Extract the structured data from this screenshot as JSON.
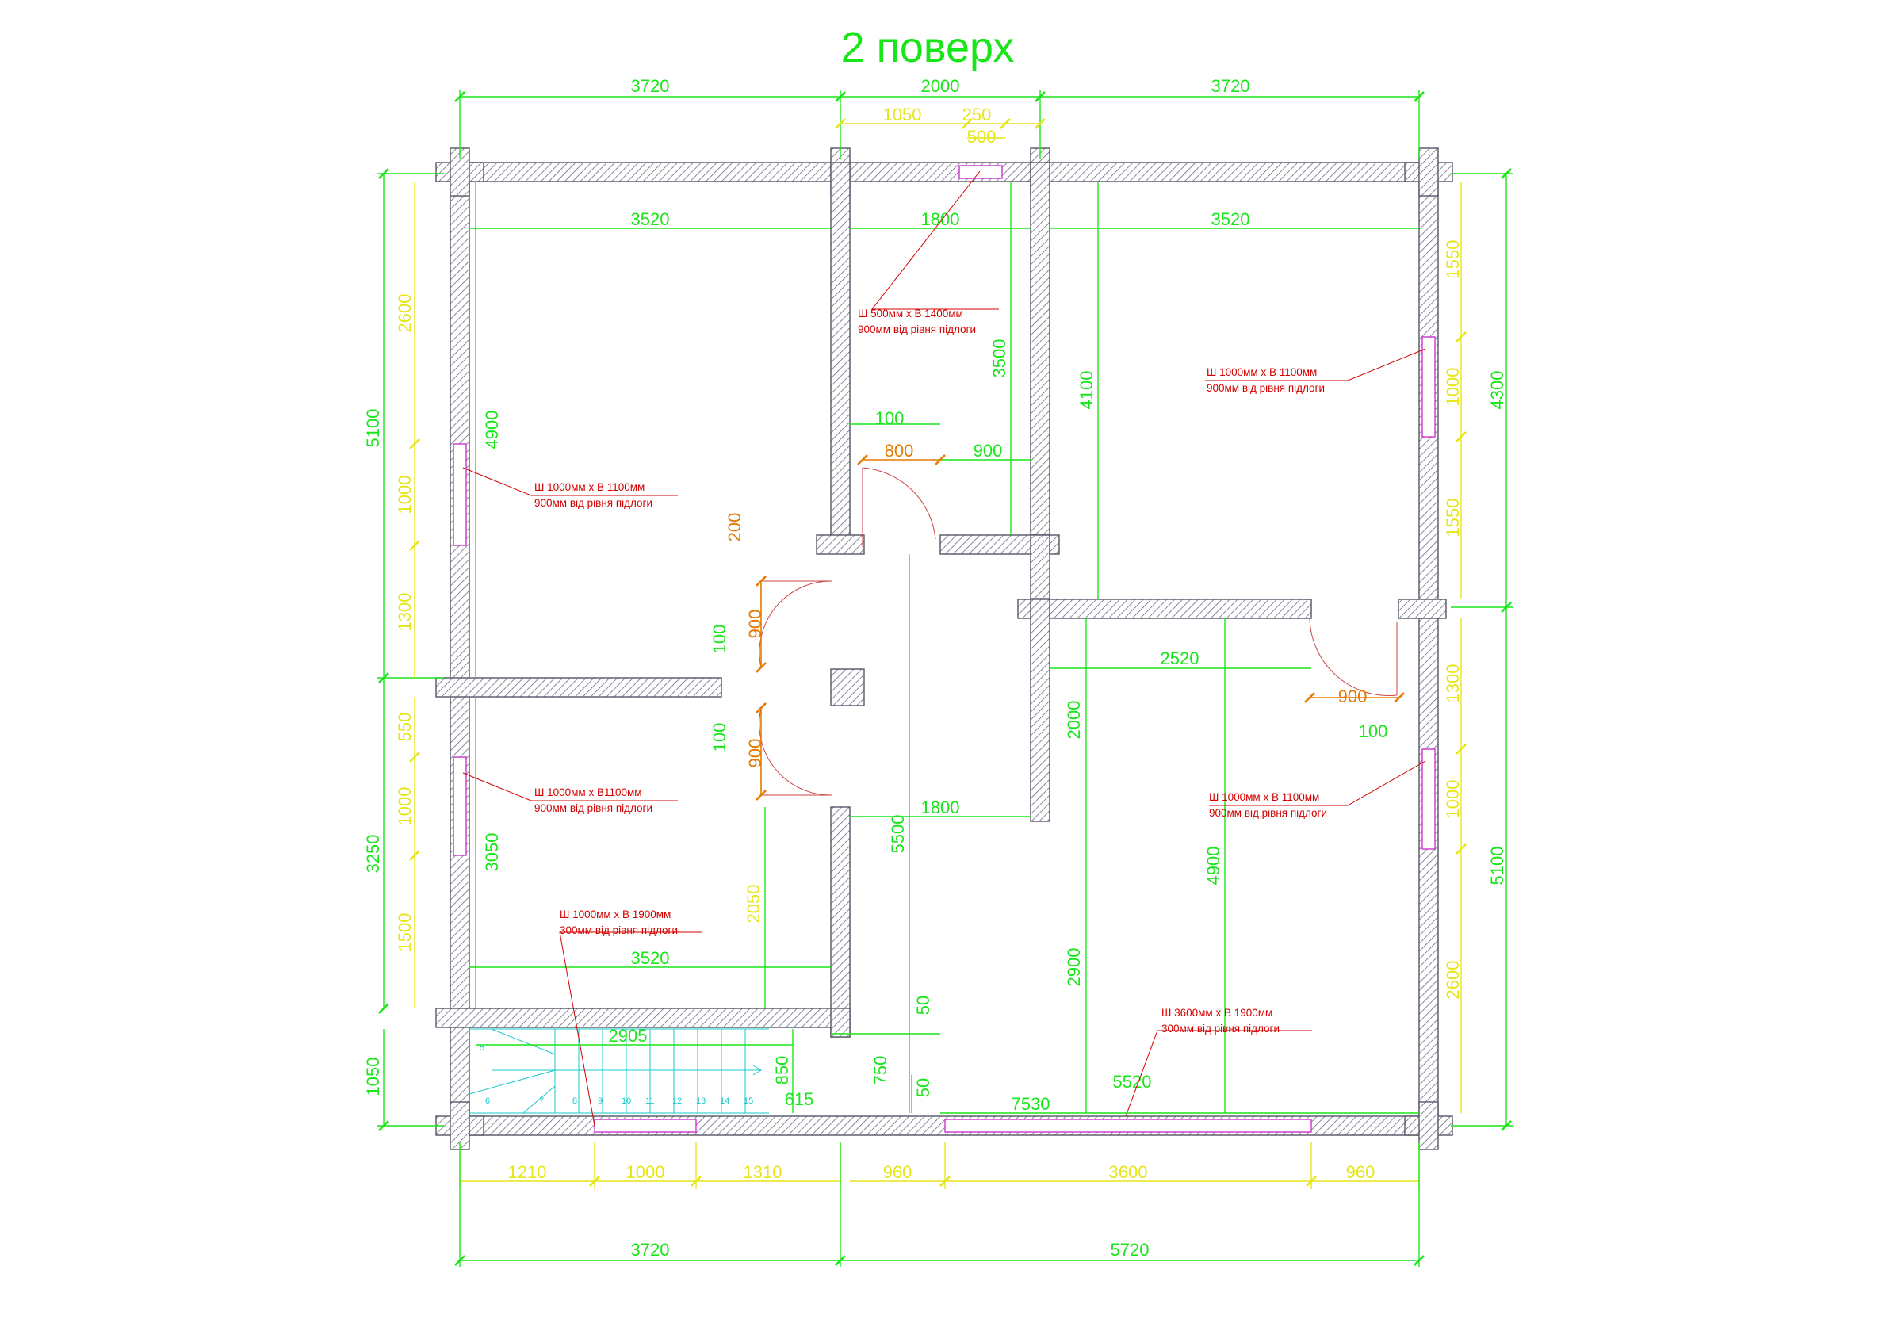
{
  "title": "2 поверх",
  "colors": {
    "dimension": "#19e619",
    "dimension_secondary": "#e6e619",
    "door_dimension": "#e67a00",
    "note": "#d40000",
    "window": "#cc33cc",
    "stair": "#19c8c8"
  },
  "dimensions": {
    "top_outer_left": "3720",
    "top_outer_mid": "2000",
    "top_outer_right": "3720",
    "top_1050": "1050",
    "top_250": "250",
    "top_500": "500",
    "room_tl_width": "3520",
    "corridor_width": "1800",
    "room_tr_width": "3520",
    "corridor_3500": "3500",
    "room_tr_4100": "4100",
    "dim_100_a": "100",
    "door_800": "800",
    "dim_900_a": "900",
    "room_tl_height": "4900",
    "door_tl_200": "200",
    "door_tl_900": "900",
    "door_tl_100": "100",
    "door_bl_100": "100",
    "door_bl_900": "900",
    "room_r_2520": "2520",
    "door_r_900": "900",
    "door_r_100": "100",
    "room_r_2000": "2000",
    "hall_1800": "1800",
    "hall_5500": "5500",
    "room_bl_3050": "3050",
    "room_bl_2050": "2050",
    "room_br_4900": "4900",
    "room_br_2900": "2900",
    "room_bl_width": "3520",
    "dim_50_a": "50",
    "stair_2905": "2905",
    "stair_850": "850",
    "stair_615": "615",
    "dim_750": "750",
    "dim_50_b": "50",
    "room_br_5520": "5520",
    "room_br_7530": "7530",
    "left_5100": "5100",
    "left_2600": "2600",
    "left_1000_a": "1000",
    "left_1300": "1300",
    "left_550": "550",
    "left_1000_b": "1000",
    "left_3250": "3250",
    "left_1500": "1500",
    "left_1050": "1050",
    "right_1550_a": "1550",
    "right_1000_a": "1000",
    "right_1550_b": "1550",
    "right_4300": "4300",
    "right_1300": "1300",
    "right_1000_b": "1000",
    "right_5100": "5100",
    "right_2600": "2600",
    "bottom_1210": "1210",
    "bottom_1000": "1000",
    "bottom_1310": "1310",
    "bottom_960_a": "960",
    "bottom_3600": "3600",
    "bottom_960_b": "960",
    "bottom_outer_left": "3720",
    "bottom_outer_right": "5720"
  },
  "notes": [
    {
      "line1": "Ш 500мм  х В 1400мм",
      "line2": "900мм від рівня підлоги"
    },
    {
      "line1": "Ш 1000мм  х В 1100мм",
      "line2": "900мм від рівня підлоги"
    },
    {
      "line1": "Ш 1000мм  х В 1100мм",
      "line2": "900мм від рівня підлоги"
    },
    {
      "line1": "Ш 1000мм  х В1100мм",
      "line2": "900мм від рівня підлоги"
    },
    {
      "line1": "Ш 1000мм  х В 1100мм",
      "line2": "900мм від рівня підлоги"
    },
    {
      "line1": "Ш 1000мм  х В 1900мм",
      "line2": "300мм від рівня підлоги"
    },
    {
      "line1": "Ш 3600мм  х В 1900мм",
      "line2": "300мм від рівня підлоги"
    }
  ],
  "stair_steps": [
    "5",
    "6",
    "7",
    "8",
    "9",
    "10",
    "11",
    "12",
    "13",
    "14",
    "15"
  ]
}
